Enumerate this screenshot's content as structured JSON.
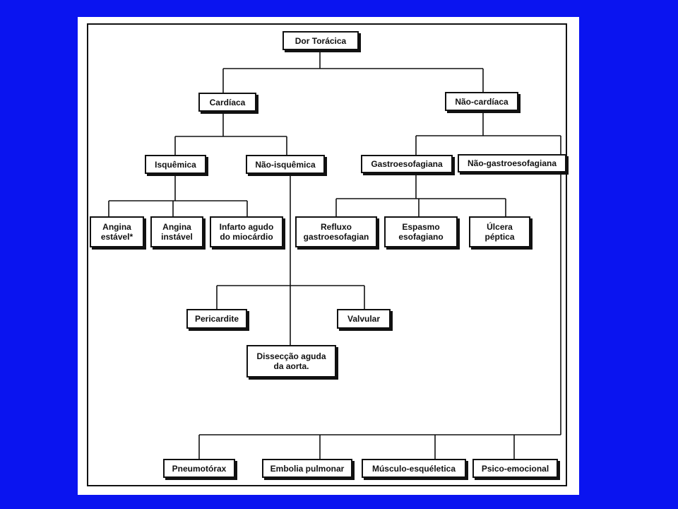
{
  "colors": {
    "background": "#0a14f0",
    "paper": "#ffffff",
    "ink": "#111111"
  },
  "diagram": {
    "nodes": {
      "dor_toracica": "Dor Torácica",
      "cardiaca": "Cardíaca",
      "nao_cardiaca": "Não-cardíaca",
      "isquemica": "Isquêmica",
      "nao_isquemica": "Não-isquêmica",
      "gastroesofagiana": "Gastroesofagiana",
      "nao_gastroesofagiana": "Não-gastroesofagiana",
      "angina_estavel": "Angina\nestável*",
      "angina_instavel": "Angina\ninstável",
      "infarto": "Infarto agudo\ndo miocárdio",
      "refluxo": "Refluxo\ngastroesofagian",
      "espasmo": "Espasmo\nesofagiano",
      "ulcera": "Úlcera\npéptica",
      "pericardite": "Pericardite",
      "valvular": "Valvular",
      "disseccao": "Dissecção aguda\nda aorta.",
      "pneumotorax": "Pneumotórax",
      "embolia": "Embolia pulmonar",
      "musculo": "Músculo-esquéletica",
      "psico": "Psico-emocional"
    },
    "edges": [
      [
        "dor_toracica",
        "cardiaca"
      ],
      [
        "dor_toracica",
        "nao_cardiaca"
      ],
      [
        "cardiaca",
        "isquemica"
      ],
      [
        "cardiaca",
        "nao_isquemica"
      ],
      [
        "nao_cardiaca",
        "gastroesofagiana"
      ],
      [
        "nao_cardiaca",
        "nao_gastroesofagiana"
      ],
      [
        "isquemica",
        "angina_estavel"
      ],
      [
        "isquemica",
        "angina_instavel"
      ],
      [
        "isquemica",
        "infarto"
      ],
      [
        "gastroesofagiana",
        "refluxo"
      ],
      [
        "gastroesofagiana",
        "espasmo"
      ],
      [
        "gastroesofagiana",
        "ulcera"
      ],
      [
        "nao_isquemica",
        "pericardite"
      ],
      [
        "nao_isquemica",
        "valvular"
      ],
      [
        "nao_isquemica",
        "disseccao"
      ],
      [
        "nao_gastroesofagiana",
        "pneumotorax"
      ],
      [
        "nao_gastroesofagiana",
        "embolia"
      ],
      [
        "nao_gastroesofagiana",
        "musculo"
      ],
      [
        "nao_gastroesofagiana",
        "psico"
      ]
    ]
  }
}
